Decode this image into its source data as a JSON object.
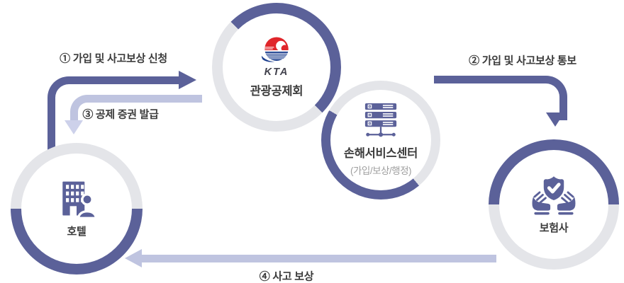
{
  "palette": {
    "slate": "#5b6199",
    "lavender": "#bfc4e0",
    "lavender_light": "#cdd1ea",
    "ring_gray": "#e4e5e9",
    "text_dark": "#3b3b3b",
    "text_muted": "#9e9e9e",
    "kta_red": "#e0262b",
    "kta_blue": "#1c3e8e",
    "kta_wordmark": "#42424d"
  },
  "nodes": {
    "kta": {
      "brand": "KTA",
      "label": "관광공제회",
      "icon": "kta-logo"
    },
    "service_center": {
      "label": "손해서비스센터",
      "sublabel": "(가입/보상/행정)",
      "icon": "server-icon"
    },
    "hotel": {
      "label": "호텔",
      "icon": "hotel-building-person-icon"
    },
    "insurer": {
      "label": "보험사",
      "icon": "shield-in-hands-icon"
    }
  },
  "flows": {
    "step1": {
      "label": "① 가입 및 사고보상 신청",
      "from": "hotel",
      "to": "kta"
    },
    "step2": {
      "label": "② 가입 및 사고보상 통보",
      "from": "kta",
      "to": "insurer"
    },
    "step3": {
      "label": "③ 공제 증권 발급",
      "from": "kta",
      "to": "hotel"
    },
    "step4": {
      "label": "④ 사고 보상",
      "from": "insurer",
      "to": "hotel"
    }
  }
}
